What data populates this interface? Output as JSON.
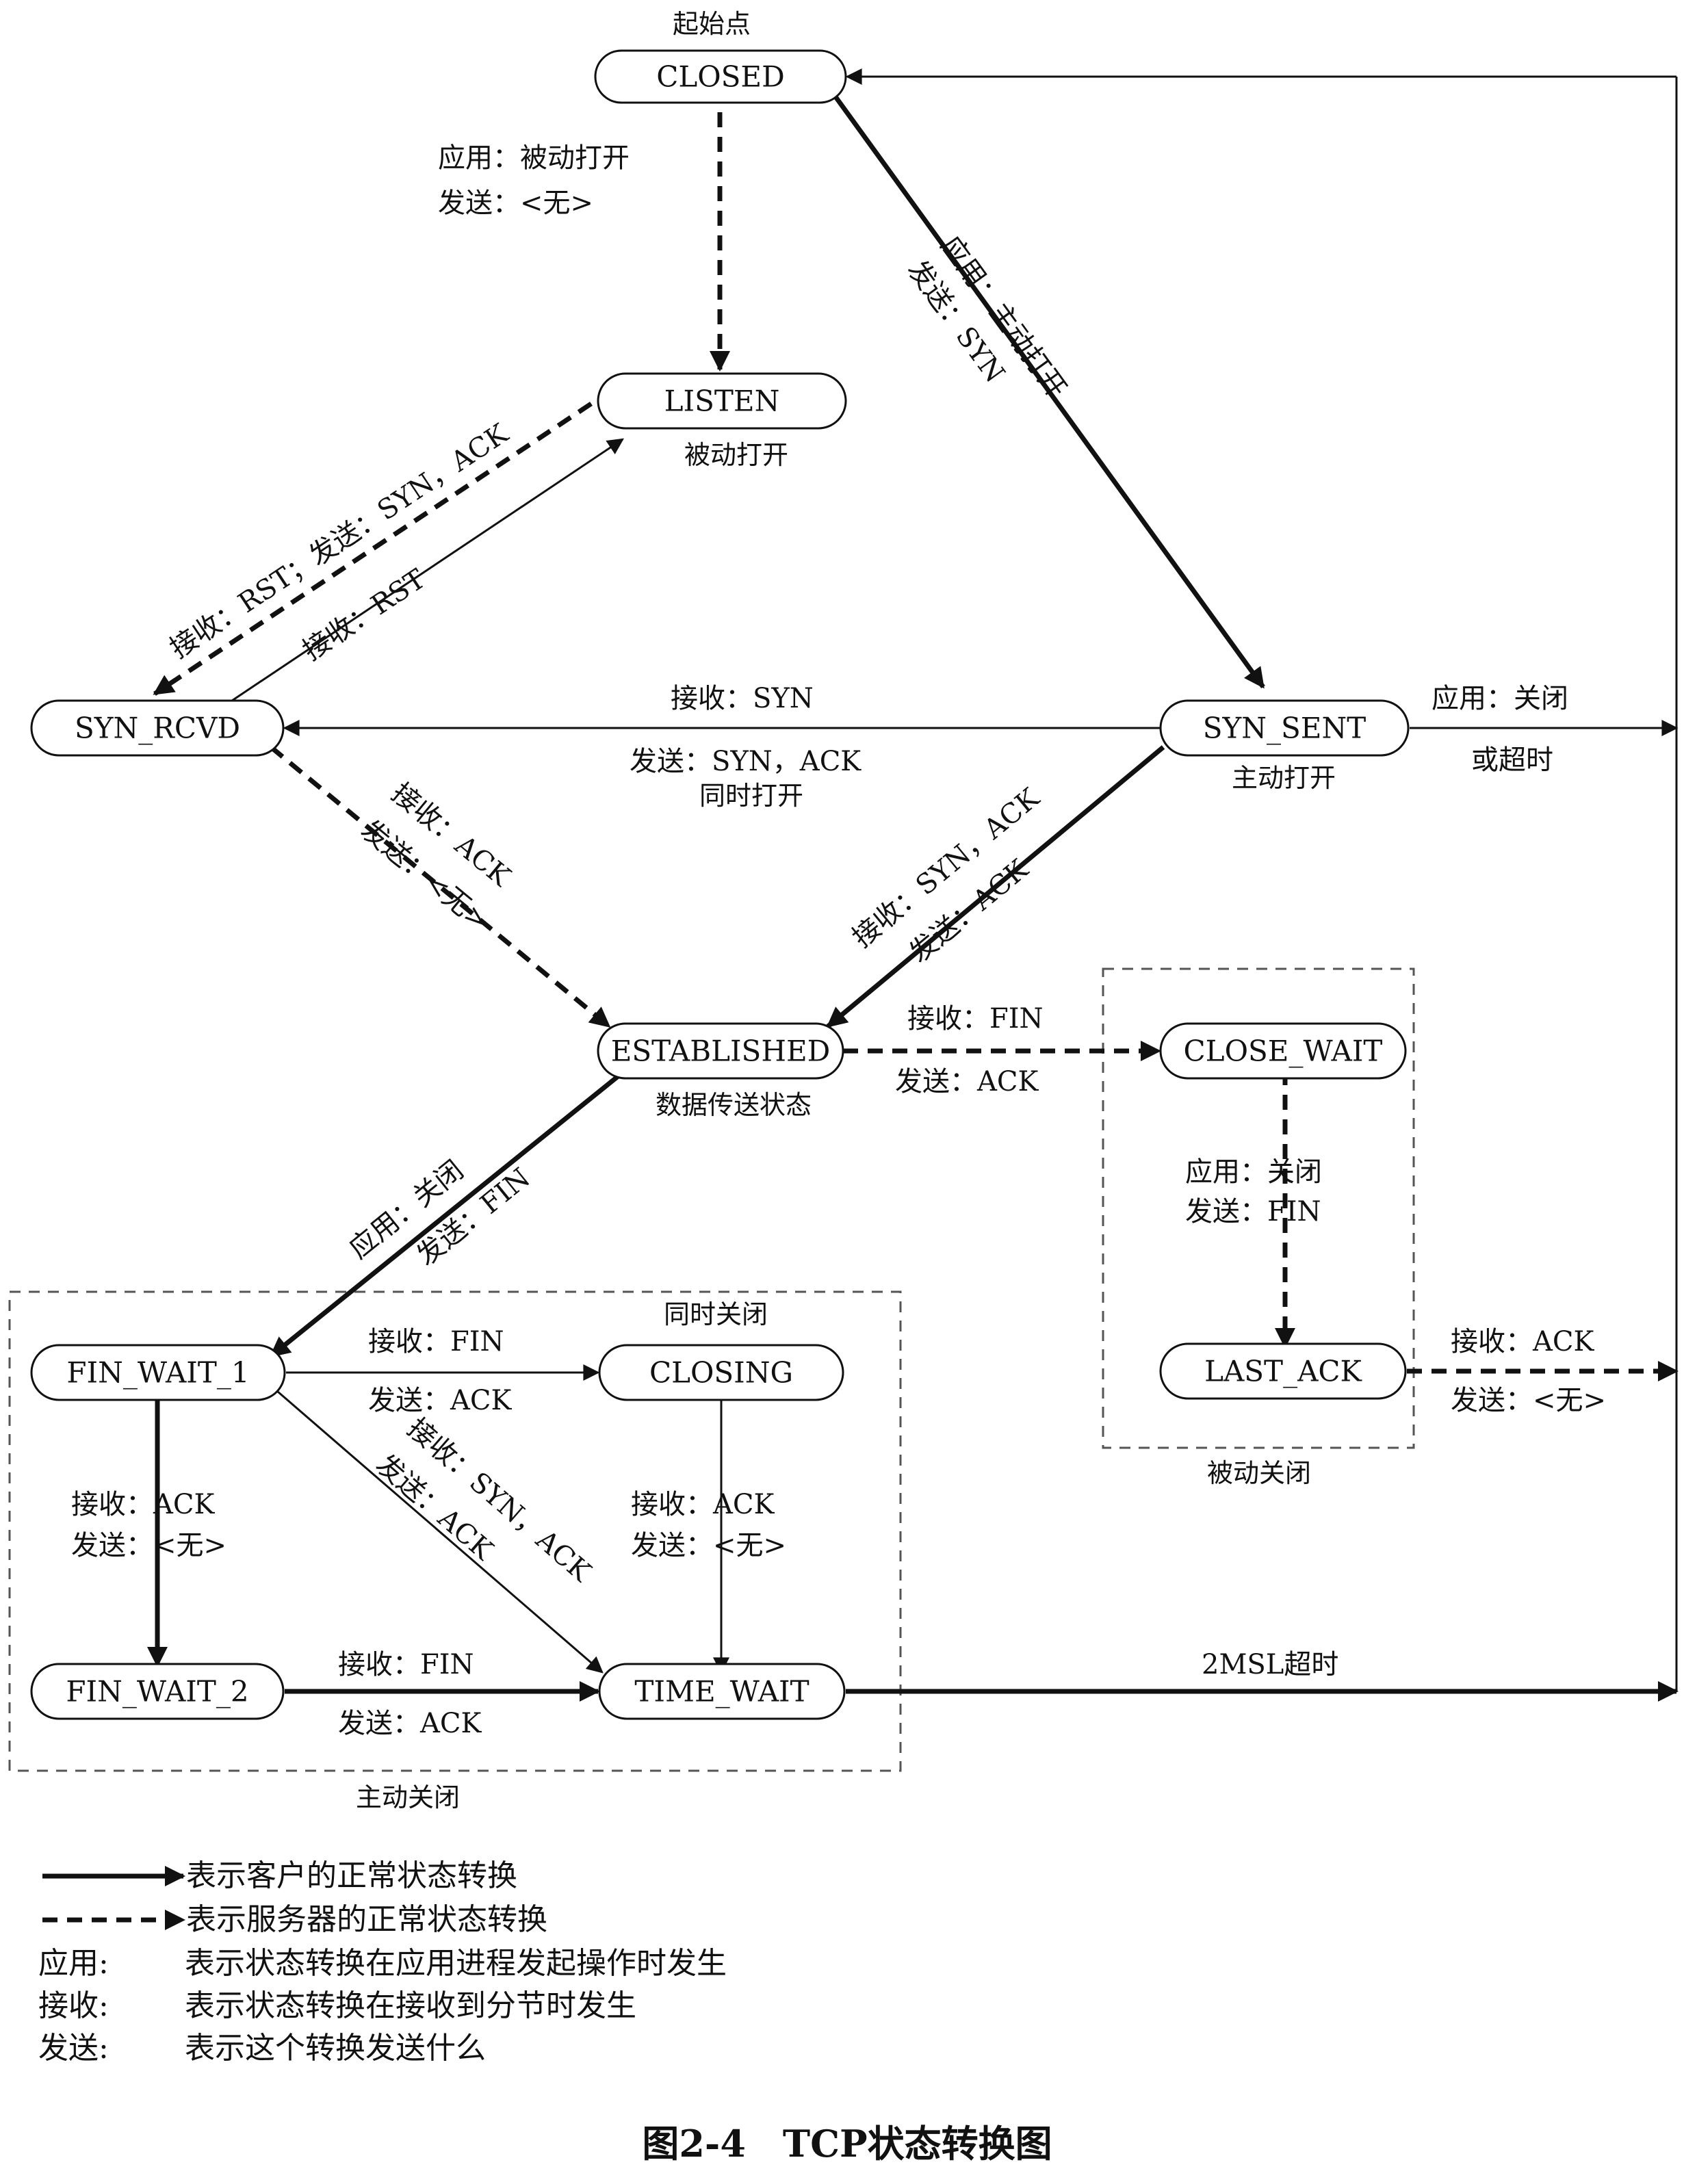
{
  "states": {
    "closed": "CLOSED",
    "listen": "LISTEN",
    "syn_rcvd": "SYN_RCVD",
    "syn_sent": "SYN_SENT",
    "established": "ESTABLISHED",
    "close_wait": "CLOSE_WAIT",
    "last_ack": "LAST_ACK",
    "fin_wait_1": "FIN_WAIT_1",
    "closing": "CLOSING",
    "fin_wait_2": "FIN_WAIT_2",
    "time_wait": "TIME_WAIT"
  },
  "notes": {
    "start_point": "起始点",
    "passive_open": "被动打开",
    "active_open": "主动打开",
    "simultaneous_open": "同时打开",
    "data_transfer": "数据传送状态",
    "simultaneous_close": "同时关闭",
    "passive_close": "被动关闭",
    "active_close": "主动关闭"
  },
  "transitions": {
    "closed_listen": [
      "应用：被动打开",
      "发送：<无>"
    ],
    "closed_synsent": [
      "应用：主动打开",
      "发送：SYN"
    ],
    "listen_synrcvd": [
      "接收：RST；发送：SYN，ACK"
    ],
    "synrcvd_listen": [
      "接收：RST"
    ],
    "synsent_synrcvd": [
      "接收：SYN",
      "发送：SYN，ACK"
    ],
    "synsent_closed": [
      "应用：关闭",
      "或超时"
    ],
    "synrcvd_established": [
      "接收：ACK",
      "发送：<无>"
    ],
    "synsent_established": [
      "接收：SYN，ACK",
      "发送：ACK"
    ],
    "established_closewait": [
      "接收：FIN",
      "发送：ACK"
    ],
    "closewait_lastack": [
      "应用：关闭",
      "发送：FIN"
    ],
    "lastack_closed": [
      "接收：ACK",
      "发送：<无>"
    ],
    "established_finwait1": [
      "应用：关闭",
      "发送：FIN"
    ],
    "finwait1_closing": [
      "接收：FIN",
      "发送：ACK"
    ],
    "finwait1_finwait2": [
      "接收：ACK",
      "发送：<无>"
    ],
    "finwait1_timewait": [
      "接收：SYN，ACK",
      "发送：ACK"
    ],
    "closing_timewait": [
      "接收：ACK",
      "发送：<无>"
    ],
    "finwait2_timewait": [
      "接收：FIN",
      "发送：ACK"
    ],
    "timewait_closed": [
      "2MSL超时"
    ]
  },
  "legend": {
    "client_line": "表示客户的正常状态转换",
    "server_line": "表示服务器的正常状态转换",
    "app_key": "应用:",
    "app_desc": "表示状态转换在应用进程发起操作时发生",
    "recv_key": "接收:",
    "recv_desc": "表示状态转换在接收到分节时发生",
    "send_key": "发送:",
    "send_desc": "表示这个转换发送什么"
  },
  "caption": "图2-4　TCP状态转换图"
}
